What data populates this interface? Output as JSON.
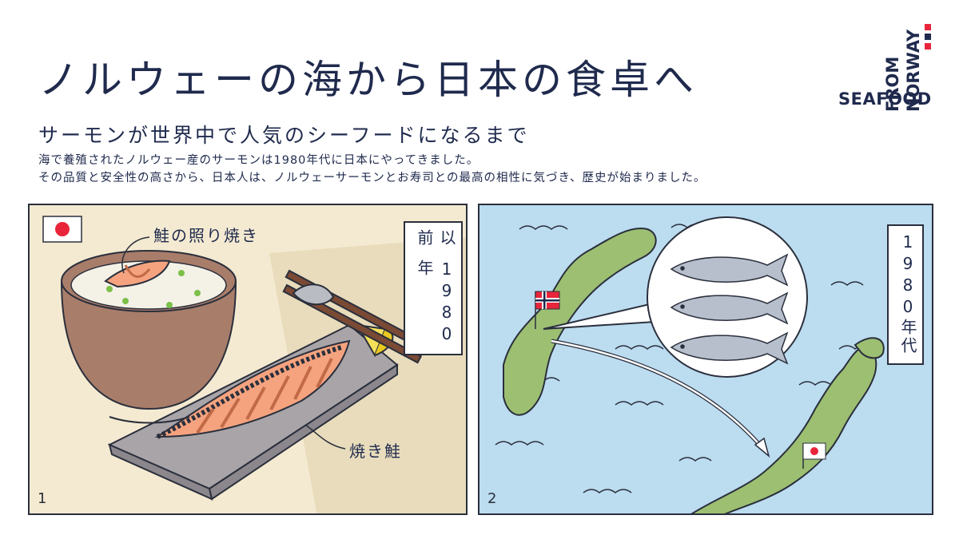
{
  "header": {
    "title": "ノルウェーの海から日本の食卓へ",
    "subtitle": "サーモンが世界中で人気のシーフードになるまで",
    "intro_line1": "海で養殖されたノルウェー産のサーモンは1980年代に日本にやってきました。",
    "intro_line2": "その品質と安全性の高さから、日本人は、ノルウェーサーモンとお寿司との最高の相性に気づき、歴史が始まりました。"
  },
  "logo": {
    "seafood": "SEAFOOD",
    "from": "FROM",
    "norway": "NORWAY",
    "colors": {
      "red": "#e8253b",
      "navy": "#1f2a4d"
    }
  },
  "panel1": {
    "number": "1",
    "label_teriyaki": "鮭の照り焼き",
    "label_grilled": "焼き鮭",
    "era_year": "1980年",
    "era_suffix": "以前",
    "flag": "japan-flag"
  },
  "panel2": {
    "number": "2",
    "era": "1980年代",
    "flag_origin": "norway-flag",
    "flag_destination": "japan-flag"
  }
}
